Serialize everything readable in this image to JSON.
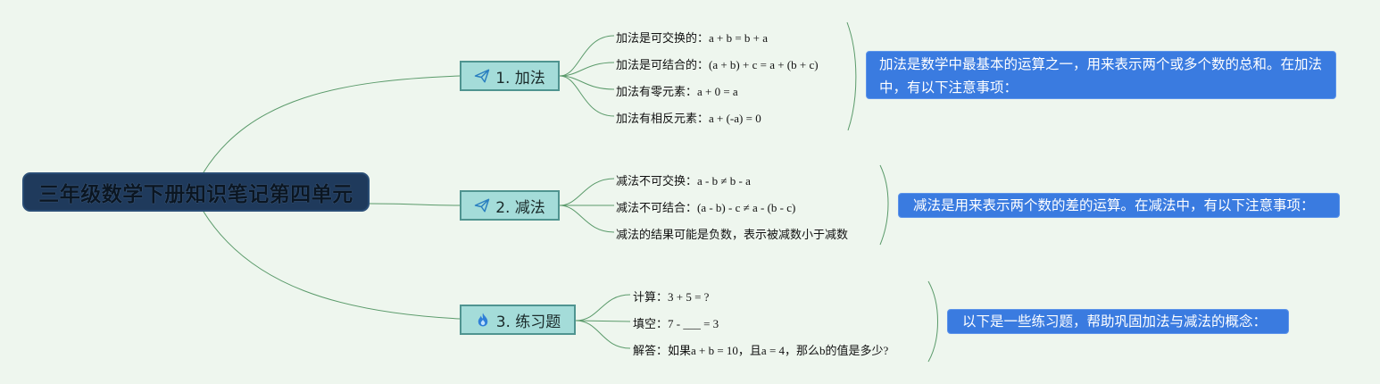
{
  "root": {
    "title": "三年级数学下册知识笔记第四单元"
  },
  "topics": [
    {
      "label": "1. 加法",
      "icon": "paper-plane-icon",
      "items": [
        "加法是可交换的：a + b = b + a",
        "加法是可结合的：(a + b) + c = a + (b + c)",
        "加法有零元素：a + 0 = a",
        "加法有相反元素：a + (-a) = 0"
      ],
      "note": "加法是数学中最基本的运算之一，用来表示两个或多个数的总和。在加法中，有以下注意事项："
    },
    {
      "label": "2. 减法",
      "icon": "paper-plane-icon",
      "items": [
        "减法不可交换：a - b ≠ b - a",
        "减法不可结合：(a - b) - c ≠ a - (b - c)",
        "减法的结果可能是负数，表示被减数小于减数"
      ],
      "note": "减法是用来表示两个数的差的运算。在减法中，有以下注意事项："
    },
    {
      "label": "3. 练习题",
      "icon": "fire-icon",
      "items": [
        "计算：3 + 5 = ?",
        "填空：7 - ___ = 3",
        "解答：如果a + b = 10，且a = 4，那么b的值是多少?"
      ],
      "note": "以下是一些练习题，帮助巩固加法与减法的概念："
    }
  ],
  "colors": {
    "background": "#eef6ee",
    "root_fill": "#1f3a5c",
    "topic_fill": "#a4dcd9",
    "topic_border": "#4f9490",
    "note_fill": "#3a7be0",
    "connector": "#5a9a6a"
  }
}
